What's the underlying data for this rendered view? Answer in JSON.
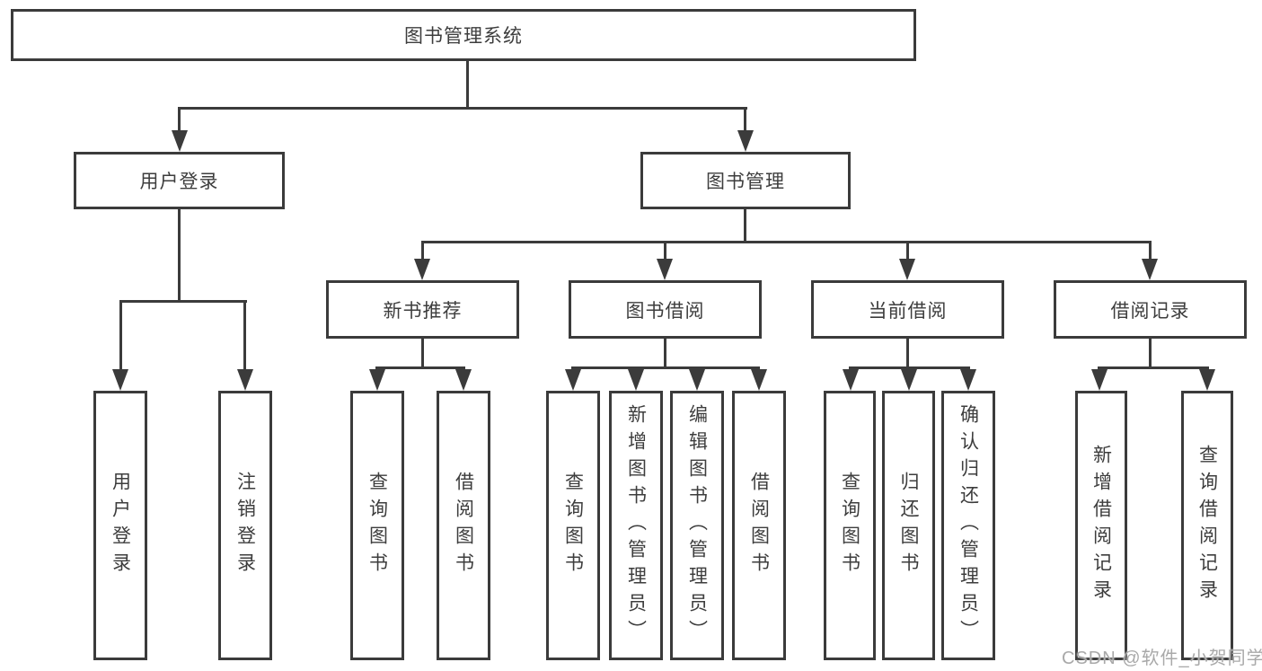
{
  "diagram": {
    "title": "图书管理系统",
    "branches": [
      {
        "label": "用户登录",
        "children": [
          "用户登录",
          "注销登录"
        ]
      },
      {
        "label": "图书管理",
        "sections": [
          {
            "label": "新书推荐",
            "children": [
              "查询图书",
              "借阅图书"
            ]
          },
          {
            "label": "图书借阅",
            "children": [
              "查询图书",
              "新增图书（管理员）",
              "编辑图书（管理员）",
              "借阅图书"
            ]
          },
          {
            "label": "当前借阅",
            "children": [
              "查询图书",
              "归还图书",
              "确认归还（管理员）"
            ]
          },
          {
            "label": "借阅记录",
            "children": [
              "新增借阅记录",
              "查询借阅记录"
            ]
          }
        ]
      }
    ]
  },
  "watermark": {
    "text": "CSDN @软件_小贺同学"
  },
  "colors": {
    "line": "#3b3b3b",
    "text": "#3d3d3d",
    "watermark": "#a9a9a9",
    "background": "#ffffff"
  }
}
